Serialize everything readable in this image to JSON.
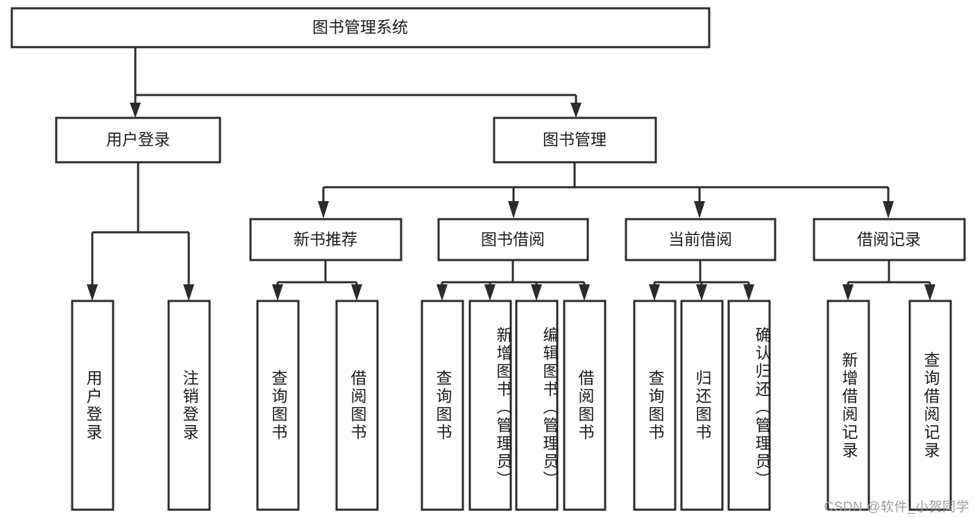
{
  "diagram": {
    "type": "tree-hierarchy",
    "title": "图书管理系统",
    "orientation": "top-down",
    "colors": {
      "box_stroke": "#2b2b2b",
      "box_fill": "#ffffff",
      "text": "#1a1a1a",
      "background": "#ffffff",
      "watermark": "#9d9d9d"
    },
    "root": {
      "label": "图书管理系统"
    },
    "level2": [
      {
        "label": "用户登录"
      },
      {
        "label": "图书管理"
      }
    ],
    "level3": [
      {
        "label": "新书推荐"
      },
      {
        "label": "图书借阅"
      },
      {
        "label": "当前借阅"
      },
      {
        "label": "借阅记录"
      }
    ],
    "leaves": {
      "user_login": [
        {
          "label": "用户登录"
        },
        {
          "label": "注销登录"
        }
      ],
      "new_book_recommend": [
        {
          "label": "查询图书"
        },
        {
          "label": "借阅图书"
        }
      ],
      "book_borrow": [
        {
          "label": "查询图书"
        },
        {
          "label": "新增图书（管理员）"
        },
        {
          "label": "编辑图书（管理员）"
        },
        {
          "label": "借阅图书"
        }
      ],
      "current_borrow": [
        {
          "label": "查询图书"
        },
        {
          "label": "归还图书"
        },
        {
          "label": "确认归还（管理员）"
        }
      ],
      "borrow_record": [
        {
          "label": "新增借阅记录"
        },
        {
          "label": "查询借阅记录"
        }
      ]
    },
    "watermark": "CSDN @软件_小贺同学"
  }
}
